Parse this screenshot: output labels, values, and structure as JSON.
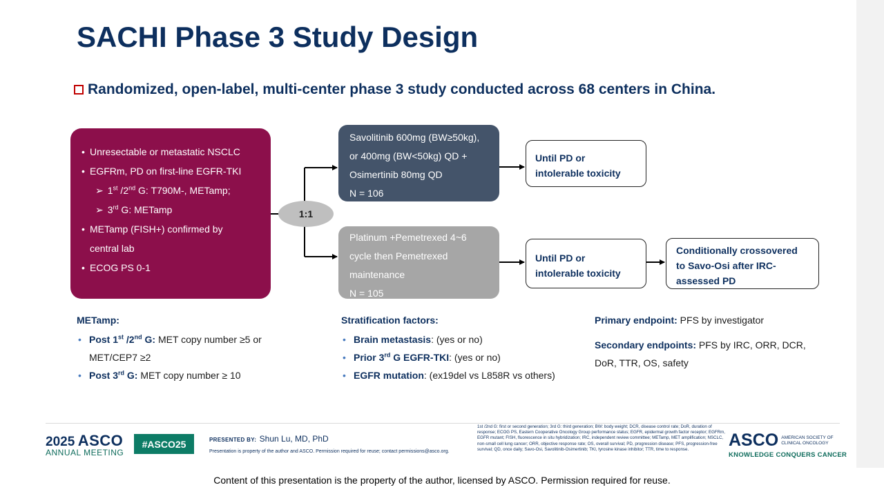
{
  "title": "SACHI Phase 3 Study Design",
  "subtitle": "Randomized, open-label, multi-center phase 3 study conducted across 68 centers in China.",
  "eligibility": {
    "item1": "Unresectable or metastatic NSCLC",
    "item2": "EGFRm, PD on first-line EGFR-TKI",
    "sub1_a": "1",
    "sub1_a_sup": "st",
    "sub1_b": " /2",
    "sub1_b_sup": "nd",
    "sub1_c": " G: T790M-, METamp;",
    "sub2_a": "3",
    "sub2_a_sup": "rd",
    "sub2_b": " G: METamp",
    "item3_line1": "METamp (FISH+) confirmed by",
    "item3_line2": "central lab",
    "item4": "ECOG PS 0-1"
  },
  "ratio": "1:1",
  "arm1": {
    "line1": "Savolitinib 600mg (BW≥50kg),",
    "line2": "or 400mg (BW<50kg) QD +",
    "line3": "Osimertinib 80mg QD",
    "n": "N = 106"
  },
  "arm2": {
    "line1": "Platinum +Pemetrexed 4~6",
    "line2": "cycle then Pemetrexed",
    "line3": "maintenance",
    "n": "N = 105"
  },
  "outcome1": {
    "line1": "Until PD or",
    "line2": "intolerable toxicity"
  },
  "outcome2": {
    "line1": "Until PD or",
    "line2": "intolerable toxicity"
  },
  "crossover": {
    "line1": "Conditionally crossovered",
    "line2": "to Savo-Osi after IRC-",
    "line3": "assessed PD"
  },
  "metamp": {
    "heading": "METamp:",
    "b1_label_a": "Post 1",
    "b1_label_sup1": "st",
    "b1_label_b": " /2",
    "b1_label_sup2": "nd",
    "b1_label_c": " G:",
    "b1_text": " MET copy number ≥5 or",
    "b1_cont": "MET/CEP7 ≥2",
    "b2_label_a": "Post 3",
    "b2_label_sup": "rd",
    "b2_label_b": " G:",
    "b2_text": " MET copy number ≥ 10"
  },
  "strat": {
    "heading": "Stratification factors:",
    "b1_label": "Brain metastasis",
    "b1_text": ": (yes or no)",
    "b2_label_a": "Prior 3",
    "b2_label_sup": "rd",
    "b2_label_b": " G EGFR-TKI",
    "b2_text": ": (yes or no)",
    "b3_label": "EGFR mutation",
    "b3_text": ": (ex19del vs L858R vs others)"
  },
  "endpoints": {
    "primary_label": "Primary endpoint:",
    "primary_text": " PFS by investigator",
    "secondary_label": "Secondary endpoints:",
    "secondary_text": " PFS by IRC, ORR, DCR,",
    "secondary_cont": "DoR, TTR,  OS, safety"
  },
  "footer": {
    "year": "2025",
    "asco": "ASCO",
    "annual_meeting": "ANNUAL MEETING",
    "hashtag": "#ASCO25",
    "presented_by_label": "PRESENTED BY:",
    "presenter": "Shun Lu, MD, PhD",
    "property_note": "Presentation is property of the author and ASCO. Permission required for reuse; contact permissions@asco.org.",
    "abbreviations": "1st /2nd G: first or second generation; 3rd G: third generation; BW: body weight; DCR, disease control rate; DoR, duration of response; ECOG PS, Eastern Cooperative Oncology Group performance status; EGFR, epidermal growth factor receptor; EGFRm, EGFR mutant; FISH, fluorescence in situ hybridization; IRC, independent review committee; METamp, MET amplification; NSCLC, non-small cell lung cancer; ORR, objective response rate; OS, overall survival; PD, progression disease; PFS, progression-free survival; QD, once daily; Savo-Osi, Savolitinib-Osimertinib; TKI, tyrosine kinase inhibitor; TTR, time to response.",
    "asco_right": "ASCO",
    "society_line1": "AMERICAN SOCIETY OF",
    "society_line2": "CLINICAL ONCOLOGY",
    "tagline": "KNOWLEDGE CONQUERS CANCER"
  },
  "caption": "Content of this presentation is the property of the author, licensed by ASCO. Permission required for reuse.",
  "colors": {
    "title": "#0d2f5e",
    "eligibility_box": "#8c0f4b",
    "arm1_box": "#44546a",
    "arm2_box": "#a6a6a6",
    "ratio_oval": "#bfbfbf",
    "bullet_marker": "#c00000",
    "hashtag_bg": "#0d7c66"
  }
}
